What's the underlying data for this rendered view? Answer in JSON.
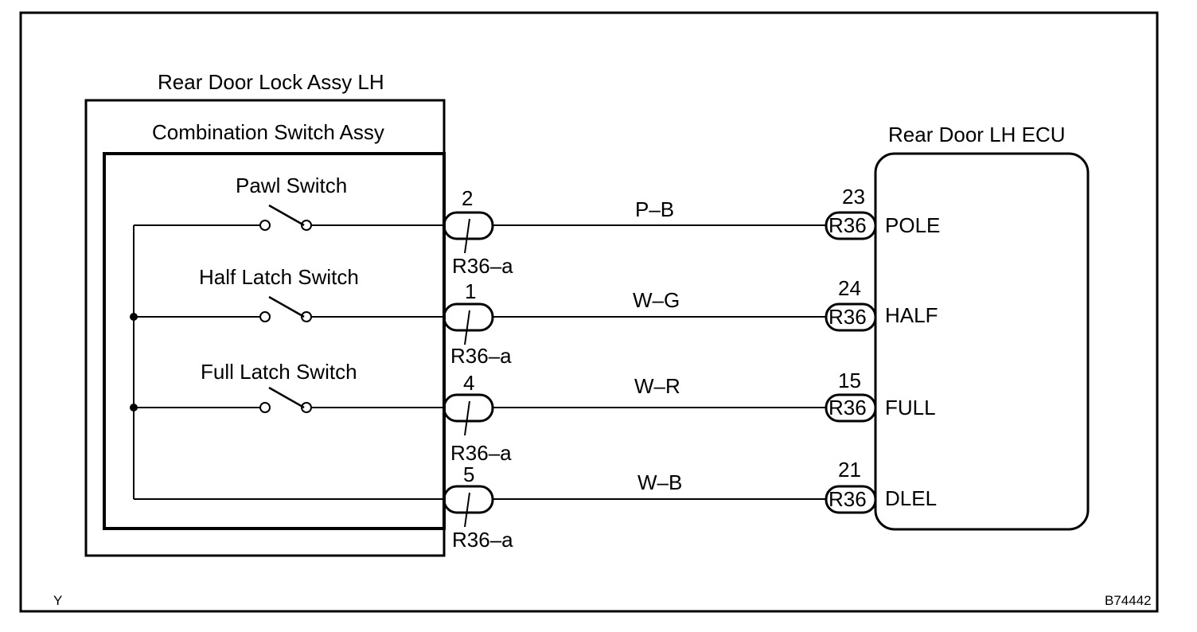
{
  "lock_assy": {
    "title": "Rear Door Lock Assy LH"
  },
  "switch_assy": {
    "title": "Combination Switch Assy"
  },
  "ecu": {
    "title": "Rear Door LH ECU"
  },
  "switches": [
    {
      "label": "Pawl Switch"
    },
    {
      "label": "Half Latch Switch"
    },
    {
      "label": "Full Latch Switch"
    }
  ],
  "circuits": [
    {
      "pin_left": "2",
      "connector_left": "R36–a",
      "wire": "P–B",
      "pin_right": "23",
      "connector_right": "R36",
      "terminal": "POLE"
    },
    {
      "pin_left": "1",
      "connector_left": "R36–a",
      "wire": "W–G",
      "pin_right": "24",
      "connector_right": "R36",
      "terminal": "HALF"
    },
    {
      "pin_left": "4",
      "connector_left": "R36–a",
      "wire": "W–R",
      "pin_right": "15",
      "connector_right": "R36",
      "terminal": "FULL"
    },
    {
      "pin_left": "5",
      "connector_left": "R36–a",
      "wire": "W–B",
      "pin_right": "21",
      "connector_right": "R36",
      "terminal": "DLEL"
    }
  ],
  "footer": {
    "left_mark": "Y",
    "figure_code": "B74442"
  }
}
